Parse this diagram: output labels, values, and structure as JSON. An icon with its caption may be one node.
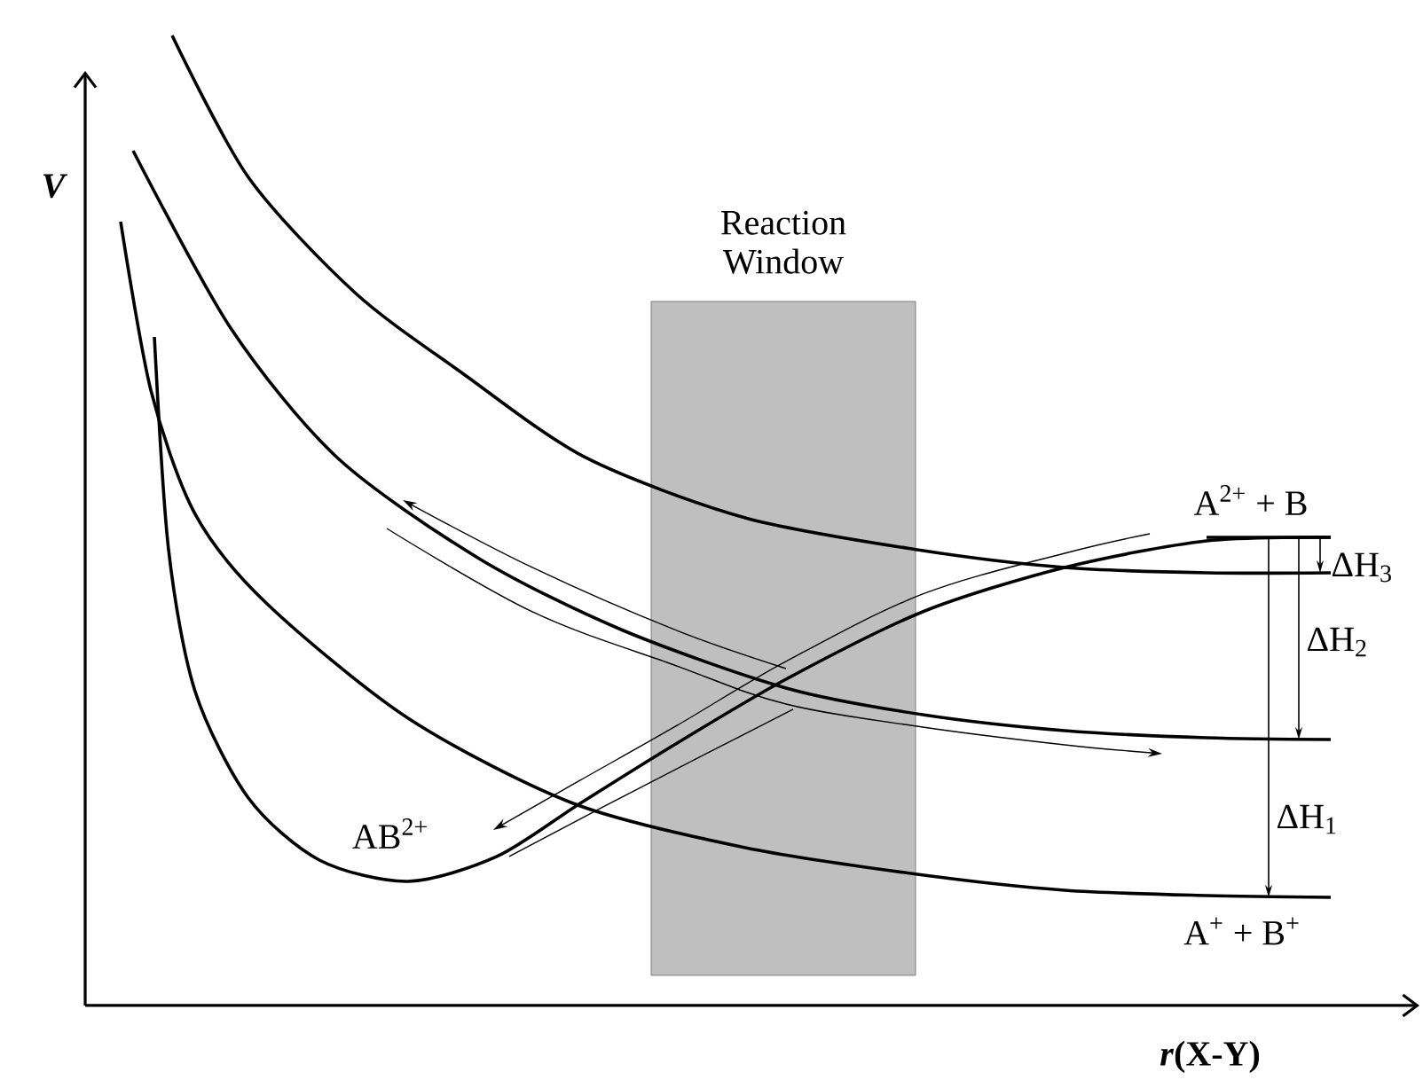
{
  "diagram": {
    "nodes": [
      {
        "text": [
          "Reaction Window"
        ]
      }
    ],
    "labels": [
      "V",
      "A$^{2+}$ + B",
      "ΔH$_{3}$",
      "ΔH$_{2}$",
      "AB$^{2+}$",
      "ΔH$_{1}$",
      "A$^{+}$ + B$^{+}$",
      "*r*(X-Y)"
    ]
  }
}
